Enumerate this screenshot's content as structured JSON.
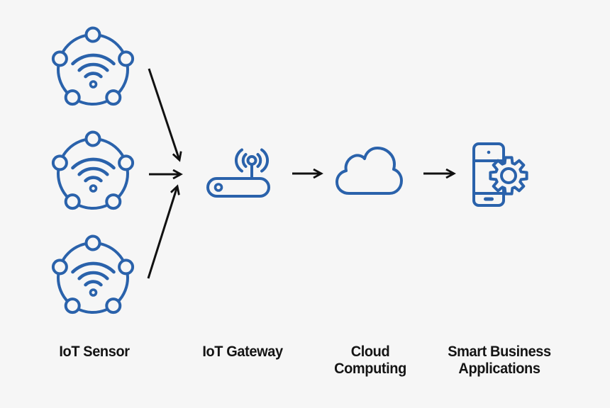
{
  "diagram": {
    "type": "flow-diagram",
    "nodes": [
      {
        "id": "iot-sensor",
        "label": "IoT Sensor",
        "icon": "iot-sensor-icon",
        "icon_count": 3
      },
      {
        "id": "iot-gateway",
        "label": "IoT Gateway",
        "icon": "router-icon",
        "icon_count": 1
      },
      {
        "id": "cloud-computing",
        "label": "Cloud\nComputing",
        "icon": "cloud-icon",
        "icon_count": 1
      },
      {
        "id": "smart-business-applications",
        "label": "Smart Business\nApplications",
        "icon": "phone-gear-icon",
        "icon_count": 1
      }
    ],
    "connections": [
      {
        "from": "iot-sensor-1",
        "to": "iot-gateway"
      },
      {
        "from": "iot-sensor-2",
        "to": "iot-gateway"
      },
      {
        "from": "iot-sensor-3",
        "to": "iot-gateway"
      },
      {
        "from": "iot-gateway",
        "to": "cloud-computing"
      },
      {
        "from": "cloud-computing",
        "to": "smart-business-applications"
      }
    ],
    "colors": {
      "icon_blue": "#2a62ab",
      "arrow_black": "#111111",
      "text": "#141414",
      "background": "#f6f6f6"
    }
  }
}
